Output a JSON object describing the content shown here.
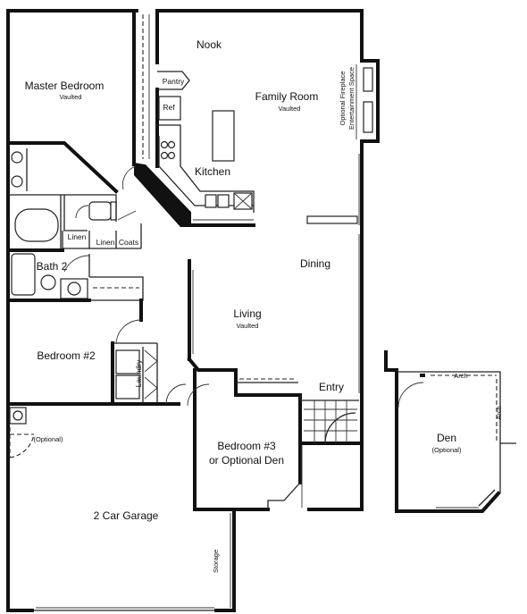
{
  "rooms": {
    "master_bedroom": "Master Bedroom",
    "master_bedroom_note": "Vaulted",
    "nook": "Nook",
    "pantry": "Pantry",
    "ref": "Ref",
    "family_room": "Family Room",
    "family_room_note": "Vaulted",
    "fireplace_note_1": "Optional Fireplace",
    "fireplace_note_2": "Entertainment Space",
    "kitchen": "Kitchen",
    "linen_1": "Linen",
    "linen_2": "Linen",
    "coats": "Coats",
    "bath_2": "Bath 2",
    "dining": "Dining",
    "living": "Living",
    "living_note": "Vaulted",
    "bedroom_2": "Bedroom #2",
    "laundry": "Laundry",
    "entry": "Entry",
    "bedroom_3_line1": "Bedroom #3",
    "bedroom_3_line2": "or Optional Den",
    "garage_optional": "(Optional)",
    "garage": "2 Car Garage",
    "storage": "Storage",
    "den": "Den",
    "den_note": "(Optional)",
    "den_arch_1": "Arch",
    "den_arch_2": "Arch"
  }
}
